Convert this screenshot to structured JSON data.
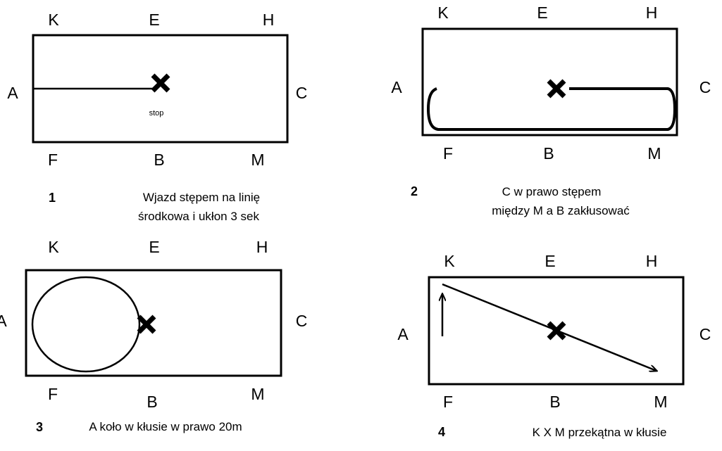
{
  "panels": [
    {
      "number": "1",
      "letters": {
        "K": "K",
        "E": "E",
        "H": "H",
        "A": "A",
        "C": "C",
        "F": "F",
        "B": "B",
        "M": "M"
      },
      "stop_label": "stop",
      "caption_line1": "Wjazd stępem  na linię",
      "caption_line2": "środkowa i ukłon 3 sek"
    },
    {
      "number": "2",
      "letters": {
        "K": "K",
        "E": "E",
        "H": "H",
        "A": "A",
        "C": "C",
        "F": "F",
        "B": "B",
        "M": "M"
      },
      "caption_line1": "C   w prawo stępem",
      "caption_line2": "między M a B zakłusować"
    },
    {
      "number": "3",
      "letters": {
        "K": "K",
        "E": "E",
        "H": "H",
        "A": "A",
        "C": "C",
        "F": "F",
        "B": "B",
        "M": "M"
      },
      "caption_line1": "A  koło w kłusie w prawo 20m"
    },
    {
      "number": "4",
      "letters": {
        "K": "K",
        "E": "E",
        "H": "H",
        "A": "A",
        "C": "C",
        "F": "F",
        "B": "B",
        "M": "M"
      },
      "caption_line1": "K X M przekątna w kłusie"
    }
  ]
}
